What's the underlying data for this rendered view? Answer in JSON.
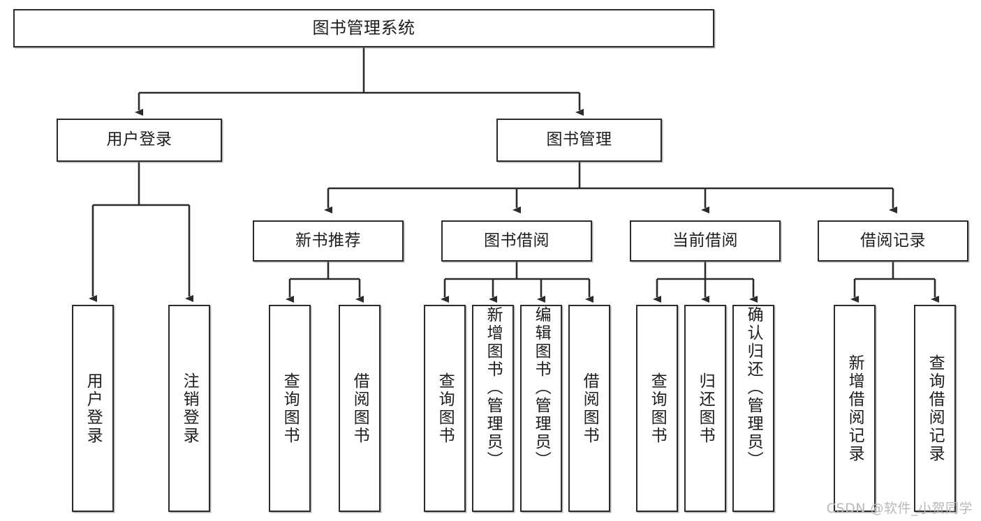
{
  "diagram": {
    "title": "图书管理系统",
    "watermark": "CSDN @软件_小贺同学",
    "colors": {
      "stroke": "#2b2b2b",
      "fill": "#ffffff",
      "text": "#1d1d1d",
      "watermark": "#b9b9b9"
    },
    "root": {
      "label": "图书管理系统"
    },
    "level2": [
      {
        "label": "用户登录"
      },
      {
        "label": "图书管理"
      }
    ],
    "level3": [
      {
        "label": "新书推荐"
      },
      {
        "label": "图书借阅"
      },
      {
        "label": "当前借阅"
      },
      {
        "label": "借阅记录"
      }
    ],
    "leaves": {
      "user_login": [
        {
          "label": "用户登录"
        },
        {
          "label": "注销登录"
        }
      ],
      "new_book": [
        {
          "label": "查询图书"
        },
        {
          "label": "借阅图书"
        }
      ],
      "book_borrow": [
        {
          "label": "查询图书"
        },
        {
          "label": "新增图书（管理员）"
        },
        {
          "label": "编辑图书（管理员）"
        },
        {
          "label": "借阅图书"
        }
      ],
      "current_borrow": [
        {
          "label": "查询图书"
        },
        {
          "label": "归还图书"
        },
        {
          "label": "确认归还（管理员）"
        }
      ],
      "borrow_record": [
        {
          "label": "新增借阅记录"
        },
        {
          "label": "查询借阅记录"
        }
      ]
    }
  }
}
